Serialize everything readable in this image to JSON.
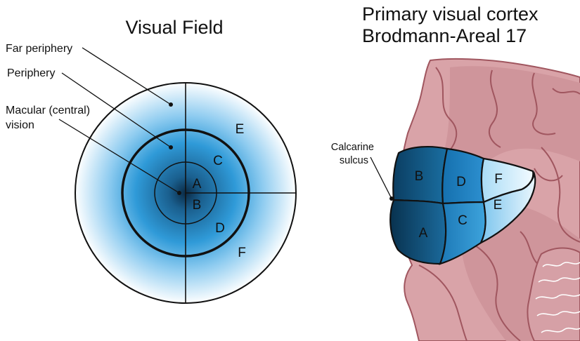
{
  "visual_field": {
    "title": "Visual Field",
    "callouts": {
      "far_periphery": "Far periphery",
      "periphery": "Periphery",
      "macular_line1": "Macular (central)",
      "macular_line2": "vision"
    },
    "regions": {
      "A": "A",
      "B": "B",
      "C": "C",
      "D": "D",
      "E": "E",
      "F": "F"
    }
  },
  "cortex": {
    "title_line1": "Primary visual cortex",
    "title_line2": "Brodmann-Areal 17",
    "calcarine_line1": "Calcarine",
    "calcarine_line2": "sulcus",
    "regions": {
      "A": "A",
      "B": "B",
      "C": "C",
      "D": "D",
      "E": "E",
      "F": "F"
    }
  },
  "colors": {
    "field_center": "#0a2a45",
    "field_mid": "#2f9ad8",
    "field_edge": "#ffffff",
    "brain_fill": "#d9a3a8",
    "brain_outline": "#a0565f"
  }
}
